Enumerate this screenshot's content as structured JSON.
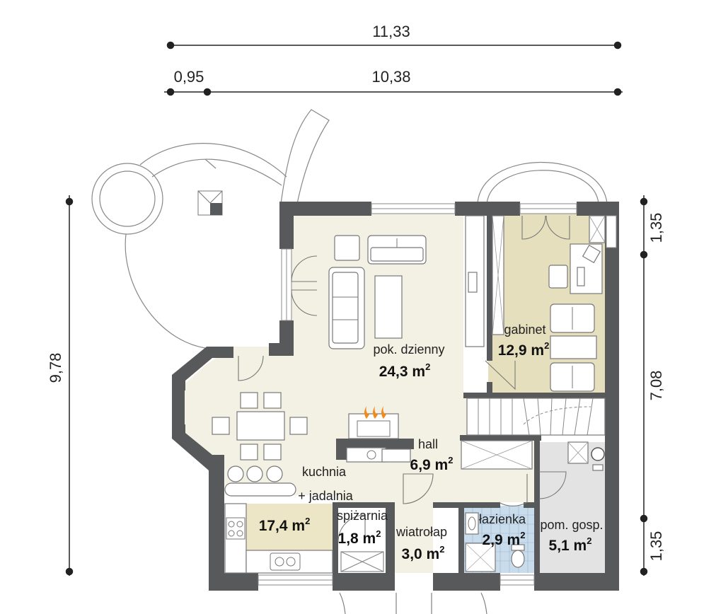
{
  "dimensions": {
    "top_total": "11,33",
    "top_left": "0,95",
    "top_right": "10,38",
    "left_total": "9,78",
    "right_top": "1,35",
    "right_middle": "7,08",
    "right_bottom": "1,35"
  },
  "rooms": [
    {
      "id": "pokoj-dzienny",
      "name": "pok. dzienny",
      "area": "24,3 m",
      "unit_sup": "2"
    },
    {
      "id": "gabinet",
      "name": "gabinet",
      "area": "12,9 m",
      "unit_sup": "2"
    },
    {
      "id": "hall",
      "name": "hall",
      "area": "6,9 m",
      "unit_sup": "2"
    },
    {
      "id": "kuchnia",
      "name_line1": "kuchnia",
      "name_line2": "+ jadalnia",
      "area": "17,4 m",
      "unit_sup": "2"
    },
    {
      "id": "spizarnia",
      "name": "spiżarnia",
      "area": "1,8 m",
      "unit_sup": "2"
    },
    {
      "id": "wiatrolap",
      "name": "wiatrołap",
      "area": "3,0 m",
      "unit_sup": "2"
    },
    {
      "id": "lazienka",
      "name": "łazienka",
      "area": "2,9 m",
      "unit_sup": "2"
    },
    {
      "id": "pom-gosp",
      "name": "pom. gosp.",
      "area": "5,1 m",
      "unit_sup": "2"
    }
  ],
  "colors": {
    "wall": "#58595b",
    "living_floor": "#f3f1e3",
    "office_floor": "#e6dfbd",
    "kitchen_strip": "#ece5c6",
    "utility_floor": "#e3e3e3",
    "bathroom_tile": "#c9dcec"
  }
}
